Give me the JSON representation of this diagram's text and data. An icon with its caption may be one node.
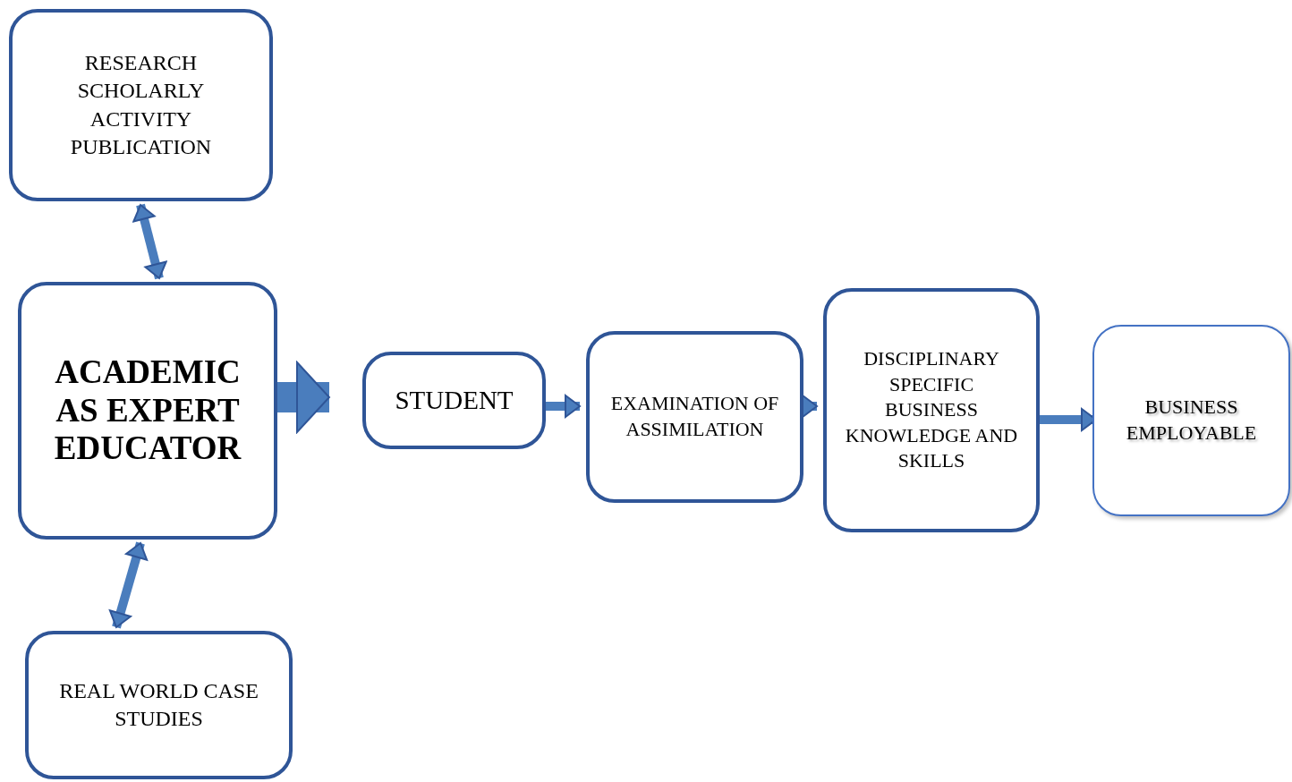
{
  "diagram": {
    "nodes": [
      {
        "text": [
          "RESEARCH SCHOLARLY ACTIVITY PUBLICATION"
        ]
      },
      {
        "text": [
          "ACADEMIC AS EXPERT EDUCATOR"
        ]
      },
      {
        "text": [
          "STUDENT"
        ]
      },
      {
        "text": [
          "EXAMINATION OF ASSIMILATION"
        ]
      },
      {
        "text": [
          "DISCIPLINARY SPECIFIC BUSINESS KNOWLEDGE AND SKILLS"
        ]
      },
      {
        "text": [
          "BUSINESS EMPLOYABLE"
        ]
      },
      {
        "text": [
          "REAL WORLD CASE STUDIES"
        ]
      }
    ],
    "edges": [
      {
        "from": 0,
        "to": 1,
        "arrow": "both"
      },
      {
        "from": 1,
        "to": 2,
        "arrow": "to",
        "style": "thick"
      },
      {
        "from": 2,
        "to": 3,
        "arrow": "to"
      },
      {
        "from": 3,
        "to": 4,
        "arrow": "to"
      },
      {
        "from": 4,
        "to": 5,
        "arrow": "to"
      },
      {
        "from": 1,
        "to": 6,
        "arrow": "both"
      }
    ]
  }
}
